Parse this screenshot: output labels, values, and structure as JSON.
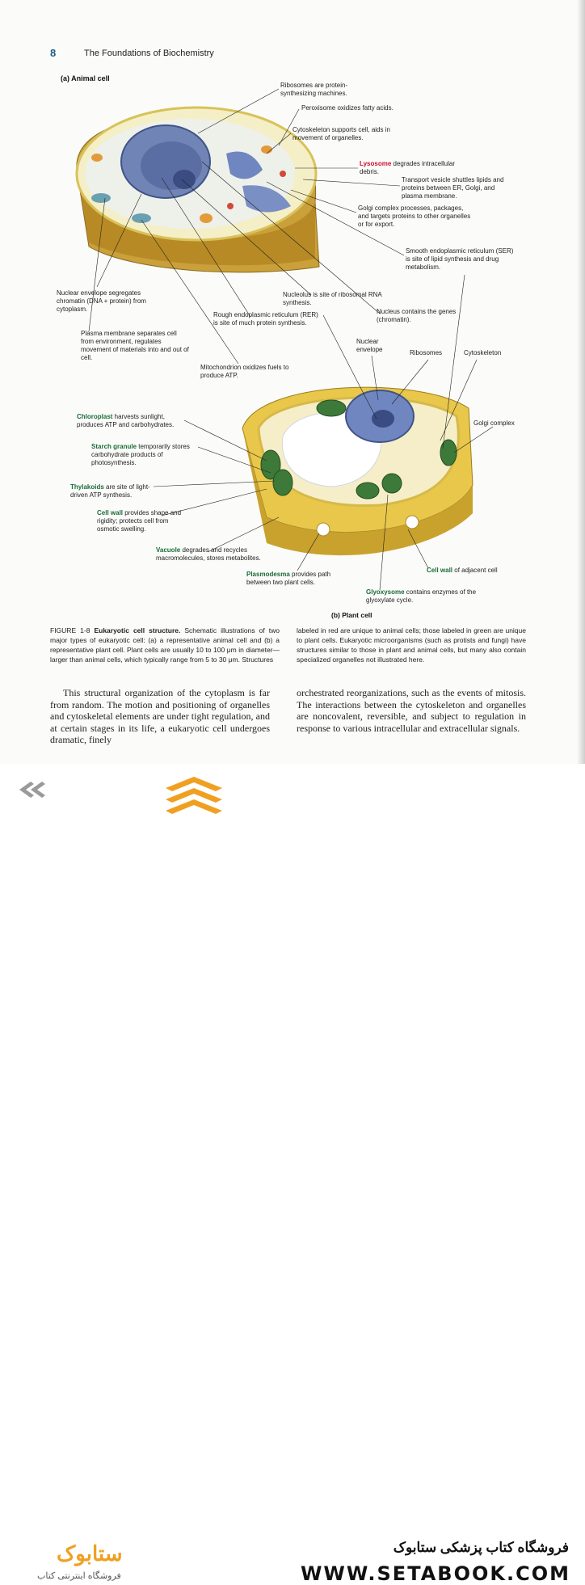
{
  "header": {
    "page_number": "8",
    "running_head": "The Foundations of Biochemistry"
  },
  "figure": {
    "animal_title": "(a) Animal cell",
    "plant_title": "(b) Plant cell",
    "animal_labels": {
      "ribosomes": "Ribosomes are protein-synthesizing machines.",
      "peroxisome": "Peroxisome oxidizes fatty acids.",
      "cytoskeleton": "Cytoskeleton supports cell, aids in movement of organelles.",
      "lysosome_name": "Lysosome",
      "lysosome_rest": " degrades intracellular debris.",
      "transport": "Transport vesicle shuttles lipids and proteins between ER, Golgi, and plasma membrane.",
      "golgi": "Golgi complex processes, packages, and targets proteins to other organelles or for export.",
      "ser": "Smooth endoplasmic reticulum (SER) is site of lipid synthesis and drug metabolism.",
      "nuclear_env": "Nuclear envelope segregates chromatin (DNA + protein) from cytoplasm.",
      "nucleolus": "Nucleolus is site of ribosomal RNA synthesis.",
      "nucleus": "Nucleus contains the genes (chromatin).",
      "rer": "Rough endoplasmic reticulum (RER) is site of much protein synthesis.",
      "plasma": "Plasma membrane separates cell from environment, regulates movement of materials into and out of cell.",
      "mito": "Mitochondrion oxidizes fuels to produce ATP."
    },
    "plant_labels": {
      "nuc_env": "Nuclear envelope",
      "ribosomes": "Ribosomes",
      "cytoskeleton": "Cytoskeleton",
      "golgi": "Golgi complex",
      "chloro_name": "Chloroplast",
      "chloro_rest": " harvests sunlight, produces ATP and carbohydrates.",
      "starch_name": "Starch granule",
      "starch_rest": " temporarily stores carbohydrate products of photosynthesis.",
      "thyl_name": "Thylakoids",
      "thyl_rest": " are site of light-driven ATP synthesis.",
      "wall_name": "Cell wall",
      "wall_rest": " provides shape and rigidity; protects cell from osmotic swelling.",
      "vac_name": "Vacuole",
      "vac_rest": " degrades and recycles macromolecules, stores metabolites.",
      "plasmo_name": "Plasmodesma",
      "plasmo_rest": " provides path between two plant cells.",
      "adj_name": "Cell wall",
      "adj_rest": " of adjacent cell",
      "glyox_name": "Glyoxysome",
      "glyox_rest": " contains enzymes of the glyoxylate cycle."
    }
  },
  "caption": {
    "fig_no": "FIGURE 1-8",
    "title": "Eukaryotic cell structure.",
    "left_text": "Schematic illustrations of two major types of eukaryotic cell: (a) a representative animal cell and (b) a representative plant cell. Plant cells are usually 10 to 100 μm in diameter—larger than animal cells, which typically range from 5 to 30 μm. Structures",
    "right_text": "labeled in red are unique to animal cells; those labeled in green are unique to plant cells. Eukaryotic microorganisms (such as protists and fungi) have structures similar to those in plant and animal cells, but many also contain specialized organelles not illustrated here."
  },
  "body": {
    "left": "This structural organization of the cytoplasm is far from random. The motion and positioning of organelles and cytoskeletal elements are under tight regulation, and at certain stages in its life, a eukaryotic cell undergoes dramatic, finely",
    "right": "orchestrated reorganizations, such as the events of mitosis. The interactions between the cytoskeleton and organelles are noncovalent, reversible, and subject to regulation in response to various intracellular and extracellular signals."
  },
  "footer": {
    "logo_word": "ستابوک",
    "logo_sub": "فروشگاه اینترنتی کتاب",
    "shop_name": "فروشگاه کتاب پزشکی ستابوک",
    "url": "WWW.SETABOOK.COM"
  },
  "colors": {
    "animal_red": "#c8102e",
    "plant_green": "#1a6b3a",
    "accent_blue": "#1b5e8c",
    "cell_yellow": "#e6c64a",
    "nucleus_blue": "#5a72b0"
  }
}
